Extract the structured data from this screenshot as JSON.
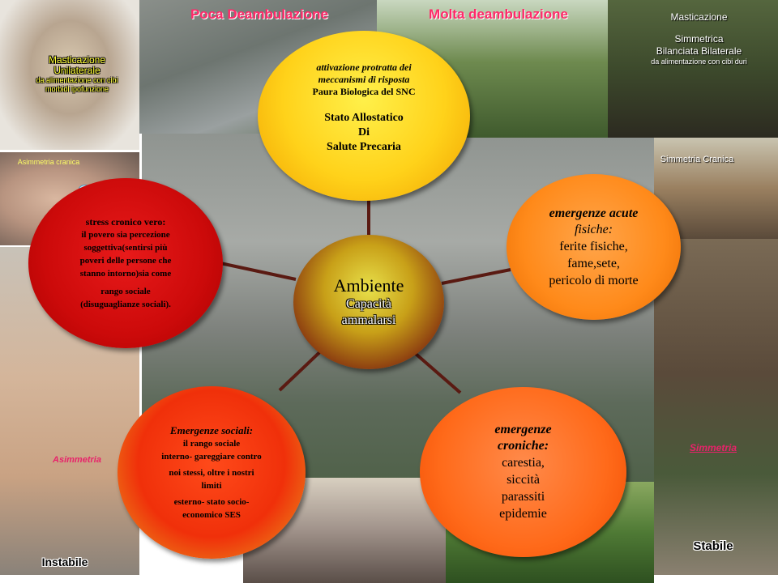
{
  "photo_labels": {
    "cart_masticazione": "Masticazione Unilaterale",
    "cart_detail": "da alimentazione con cibi morbidi ipofunzione",
    "traffic_title": "Poca Deambulazione",
    "forest_title": "Molta deambulazione",
    "man_line1": "Masticazione",
    "man_line2": "Simmetrica",
    "man_line3": "Bilanciata Bilaterale",
    "man_detail": "da alimentazione con cibi duri",
    "face_label": "Asimmetria cranica",
    "simmetria_cranica": "Simmetria Cranica",
    "asimmetria": "Asimmetria",
    "instabile": "Instabile",
    "simmetria": "Simmetria",
    "stabile": "Stabile"
  },
  "center": {
    "title": "Ambiente",
    "subtitle1": "Capacità",
    "subtitle2": "ammalarsi"
  },
  "top_bubble": {
    "l1": "attivazione protratta dei",
    "l2": "meccanismi di risposta",
    "l3": "Paura Biologica del SNC",
    "l4": "Stato Allostatico",
    "l5": "Di",
    "l6": "Salute Precaria"
  },
  "left_bubble": {
    "l1": "stress cronico vero:",
    "l2": "il povero sia percezione",
    "l3": "soggettiva(sentirsi più",
    "l4": "poveri delle persone che",
    "l5": "stanno intorno)sia come",
    "l6": "rango sociale",
    "l7": "(disuguaglianze sociali)."
  },
  "right_bubble": {
    "l1": "emergenze acute",
    "l2": "fisiche:",
    "l3": "ferite fisiche,",
    "l4": "fame,sete,",
    "l5": "pericolo di morte"
  },
  "bottom_left_bubble": {
    "l1": "Emergenze sociali:",
    "l2": "il rango sociale",
    "l3": "interno- gareggiare contro",
    "l4": "noi stessi, oltre i nostri",
    "l5": "limiti",
    "l6": "esterno- stato socio-",
    "l7": "economico SES"
  },
  "bottom_right_bubble": {
    "l1": "emergenze",
    "l2": "croniche:",
    "l3": "carestia,",
    "l4": "siccità",
    "l5": "parassiti",
    "l6": "epidemie"
  }
}
